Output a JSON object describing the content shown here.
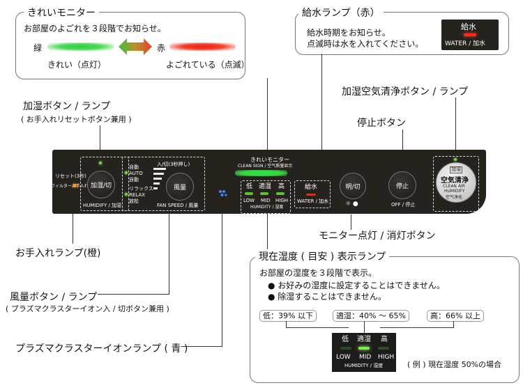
{
  "monitor_box": {
    "title": "きれいモニター",
    "description": "お部屋のよごれを３段階でお知らせ。",
    "green_label": "緑",
    "red_label": "赤",
    "clean_label": "きれい（点灯）",
    "dirty_label": "よごれている（点滅）"
  },
  "water_box": {
    "title": "給水ランプ（赤）",
    "line1": "給水時期をお知らせ。",
    "line2": "点滅時は水を入れてください。",
    "indicator_jp": "給水",
    "indicator_en": "WATER / 加水"
  },
  "callouts": {
    "humidify_button": "加湿ボタン / ランプ",
    "humidify_button_sub": "( お手入れリセットボタン兼用 )",
    "care_lamp": "お手入れランプ(橙)",
    "fan_button": "風量ボタン / ランプ",
    "fan_button_sub": "( プラズマクラスターイオン入 / 切ボタン兼用 )",
    "plasma_lamp": "プラズマクラスターイオンランプ ( 青 )",
    "humidify_clean_button": "加湿空気清浄ボタン / ランプ",
    "stop_button": "停止ボタン",
    "monitor_light_button": "モニター点灯 / 消灯ボタン"
  },
  "humidity_box": {
    "title": "現在湿度 ( 目安 ) 表示ランプ",
    "line1": "お部屋の湿度を３段階で表示。",
    "bullet1": "●  お好みの湿度に設定することはできません。",
    "bullet2": "●  除湿することはできません。",
    "low_range": "低：39% 以下",
    "mid_range": "適湿：40% ～ 65%",
    "high_range": "高：66% 以上",
    "example_note": "( 例 ) 現在湿度 50%の場合",
    "ex_low_jp": "低",
    "ex_mid_jp": "適湿",
    "ex_high_jp": "高",
    "ex_low": "LOW",
    "ex_mid": "MID",
    "ex_high": "HIGH",
    "ex_footer": "HUMIDITY / 湿度"
  },
  "panel": {
    "reset_label": "リセット(3秒)",
    "care_label": "フィルターお手入れ",
    "humidify_btn": "加湿/切",
    "humidify_footer": "HUMIDIFY / 加湿",
    "mode_auto_jp": "自動",
    "mode_auto": "AUTO",
    "mode_auto_jp2": "自動",
    "mode_relax_jp": "リラックス",
    "mode_relax": "RELAX",
    "mode_relax_jp2": "放松",
    "ion_label": "入/切(3秒押し)",
    "fan_btn": "風量",
    "fan_footer": "FAN SPEED / 風量",
    "monitor_title": "きれいモニター",
    "monitor_sub": "CLEAN SIGN / 空气质量显示",
    "hum_low_jp": "低",
    "hum_mid_jp": "適湿",
    "hum_high_jp": "高",
    "hum_low": "LOW",
    "hum_mid": "MID",
    "hum_high": "HIGH",
    "hum_footer": "HUMIDITY / 湿度",
    "water_jp": "給水",
    "water_en": "WATER / 加水",
    "light_btn": "明/切",
    "stop_btn": "停止",
    "stop_footer": "OFF / 停止",
    "clean_tag": "加湿",
    "clean_jp": "空気清浄",
    "clean_en1": "CLEAN AIR",
    "clean_en2": "HUMIDIFY",
    "clean_cn": "空气净化"
  }
}
